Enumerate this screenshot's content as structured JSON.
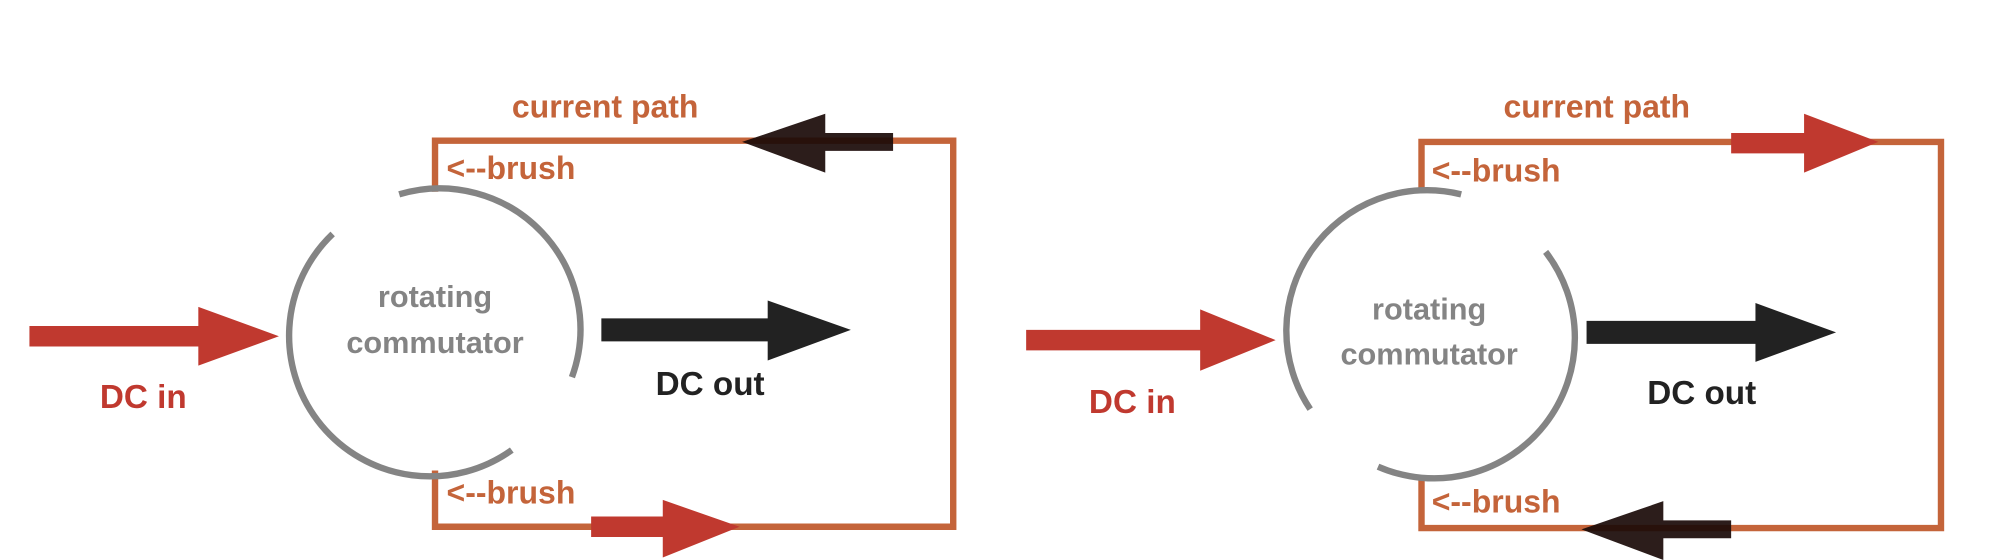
{
  "colors": {
    "current_path": "#c4643a",
    "commutator": "#848484",
    "dc_in": "#c0392f",
    "dc_out": "#222222"
  },
  "panels": [
    {
      "current_path_label": "current path",
      "brush_top_label": "<--brush",
      "brush_bottom_label": "<--brush",
      "commutator_line1": "rotating",
      "commutator_line2": "commutator",
      "dc_in_label": "DC in",
      "dc_out_label": "DC out",
      "top_arrow_direction": "left",
      "bottom_arrow_direction": "right"
    },
    {
      "current_path_label": "current path",
      "brush_top_label": "<--brush",
      "brush_bottom_label": "<--brush",
      "commutator_line1": "rotating",
      "commutator_line2": "commutator",
      "dc_in_label": "DC in",
      "dc_out_label": "DC out",
      "top_arrow_direction": "right",
      "bottom_arrow_direction": "left"
    }
  ]
}
